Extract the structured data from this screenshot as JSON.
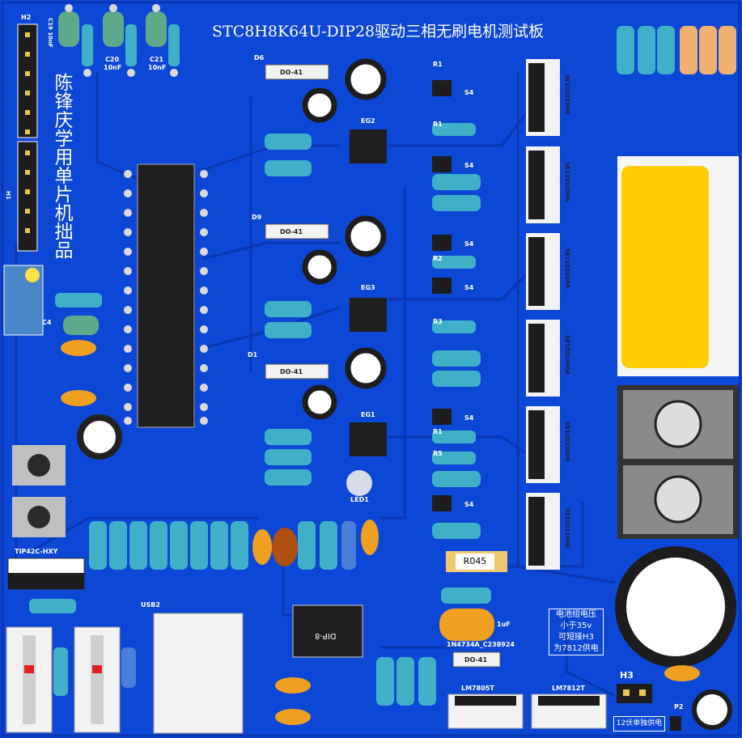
{
  "board": {
    "title": "STC8H8K64U-DIP28驱动三相无刷电机测试板",
    "vertical_text": "陈锋庆学用单片机拙品",
    "colors": {
      "substrate": "#0d47d6",
      "trace": "#0a37b0",
      "pad": "#d9d9d9",
      "silk": "#ffffff",
      "chip": "#1f1f1f",
      "mosfet": "#f0f0f0",
      "capacitor": "#8a96a8",
      "electrolytic": "#ffffff",
      "resistor": "#3fb0c8",
      "ceramic": "#f0a020",
      "buzzer": "#ffcc00"
    }
  },
  "labels": {
    "h2": "H2",
    "h1": "H1",
    "c19": "C19 10nF",
    "c20": "C20",
    "c20v": "10nF",
    "c21": "C21",
    "c21v": "10nF",
    "d6": "D6",
    "d9": "D9",
    "d1": "D1",
    "do41": "DO-41",
    "eg2": "EG2",
    "eg3": "EG3",
    "eg1": "EG1",
    "r1": "R1",
    "r2": "R2",
    "r3": "R3",
    "r5": "R5",
    "s4": "S4",
    "c4": "C4",
    "led1": "LED1",
    "tip42c": "TIP42C-HXY",
    "usb2": "USB2",
    "dip8": "DIP-8",
    "r045": "R045",
    "cap1uf": "1uF",
    "diode_part": "1N4734A_C238924",
    "lm7805": "LM7805T",
    "lm7812": "LM7812T",
    "h3": "H3",
    "p2": "P2",
    "mosfet": "SE1201200A",
    "box12v": "12伏单独供电"
  },
  "note": {
    "lines": [
      "电池组电压",
      "小于35v",
      "可短接H3",
      "为7812供电"
    ]
  }
}
